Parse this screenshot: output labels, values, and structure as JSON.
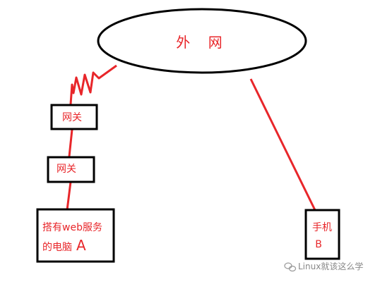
{
  "diagram": {
    "internet_label": "外    网",
    "gateway_upper_label": "网关",
    "gateway_lower_label": "网关",
    "computer_a": {
      "line1": "搭有web服务",
      "line2_text": "的电脑",
      "line2_letter": "A"
    },
    "phone_b": {
      "line1": "手机",
      "line2": "B"
    },
    "watermark": "Linux就该这么学"
  },
  "colors": {
    "line": "#e8262a",
    "stroke": "#000000",
    "text": "#e8262a",
    "watermark": "#888888"
  }
}
